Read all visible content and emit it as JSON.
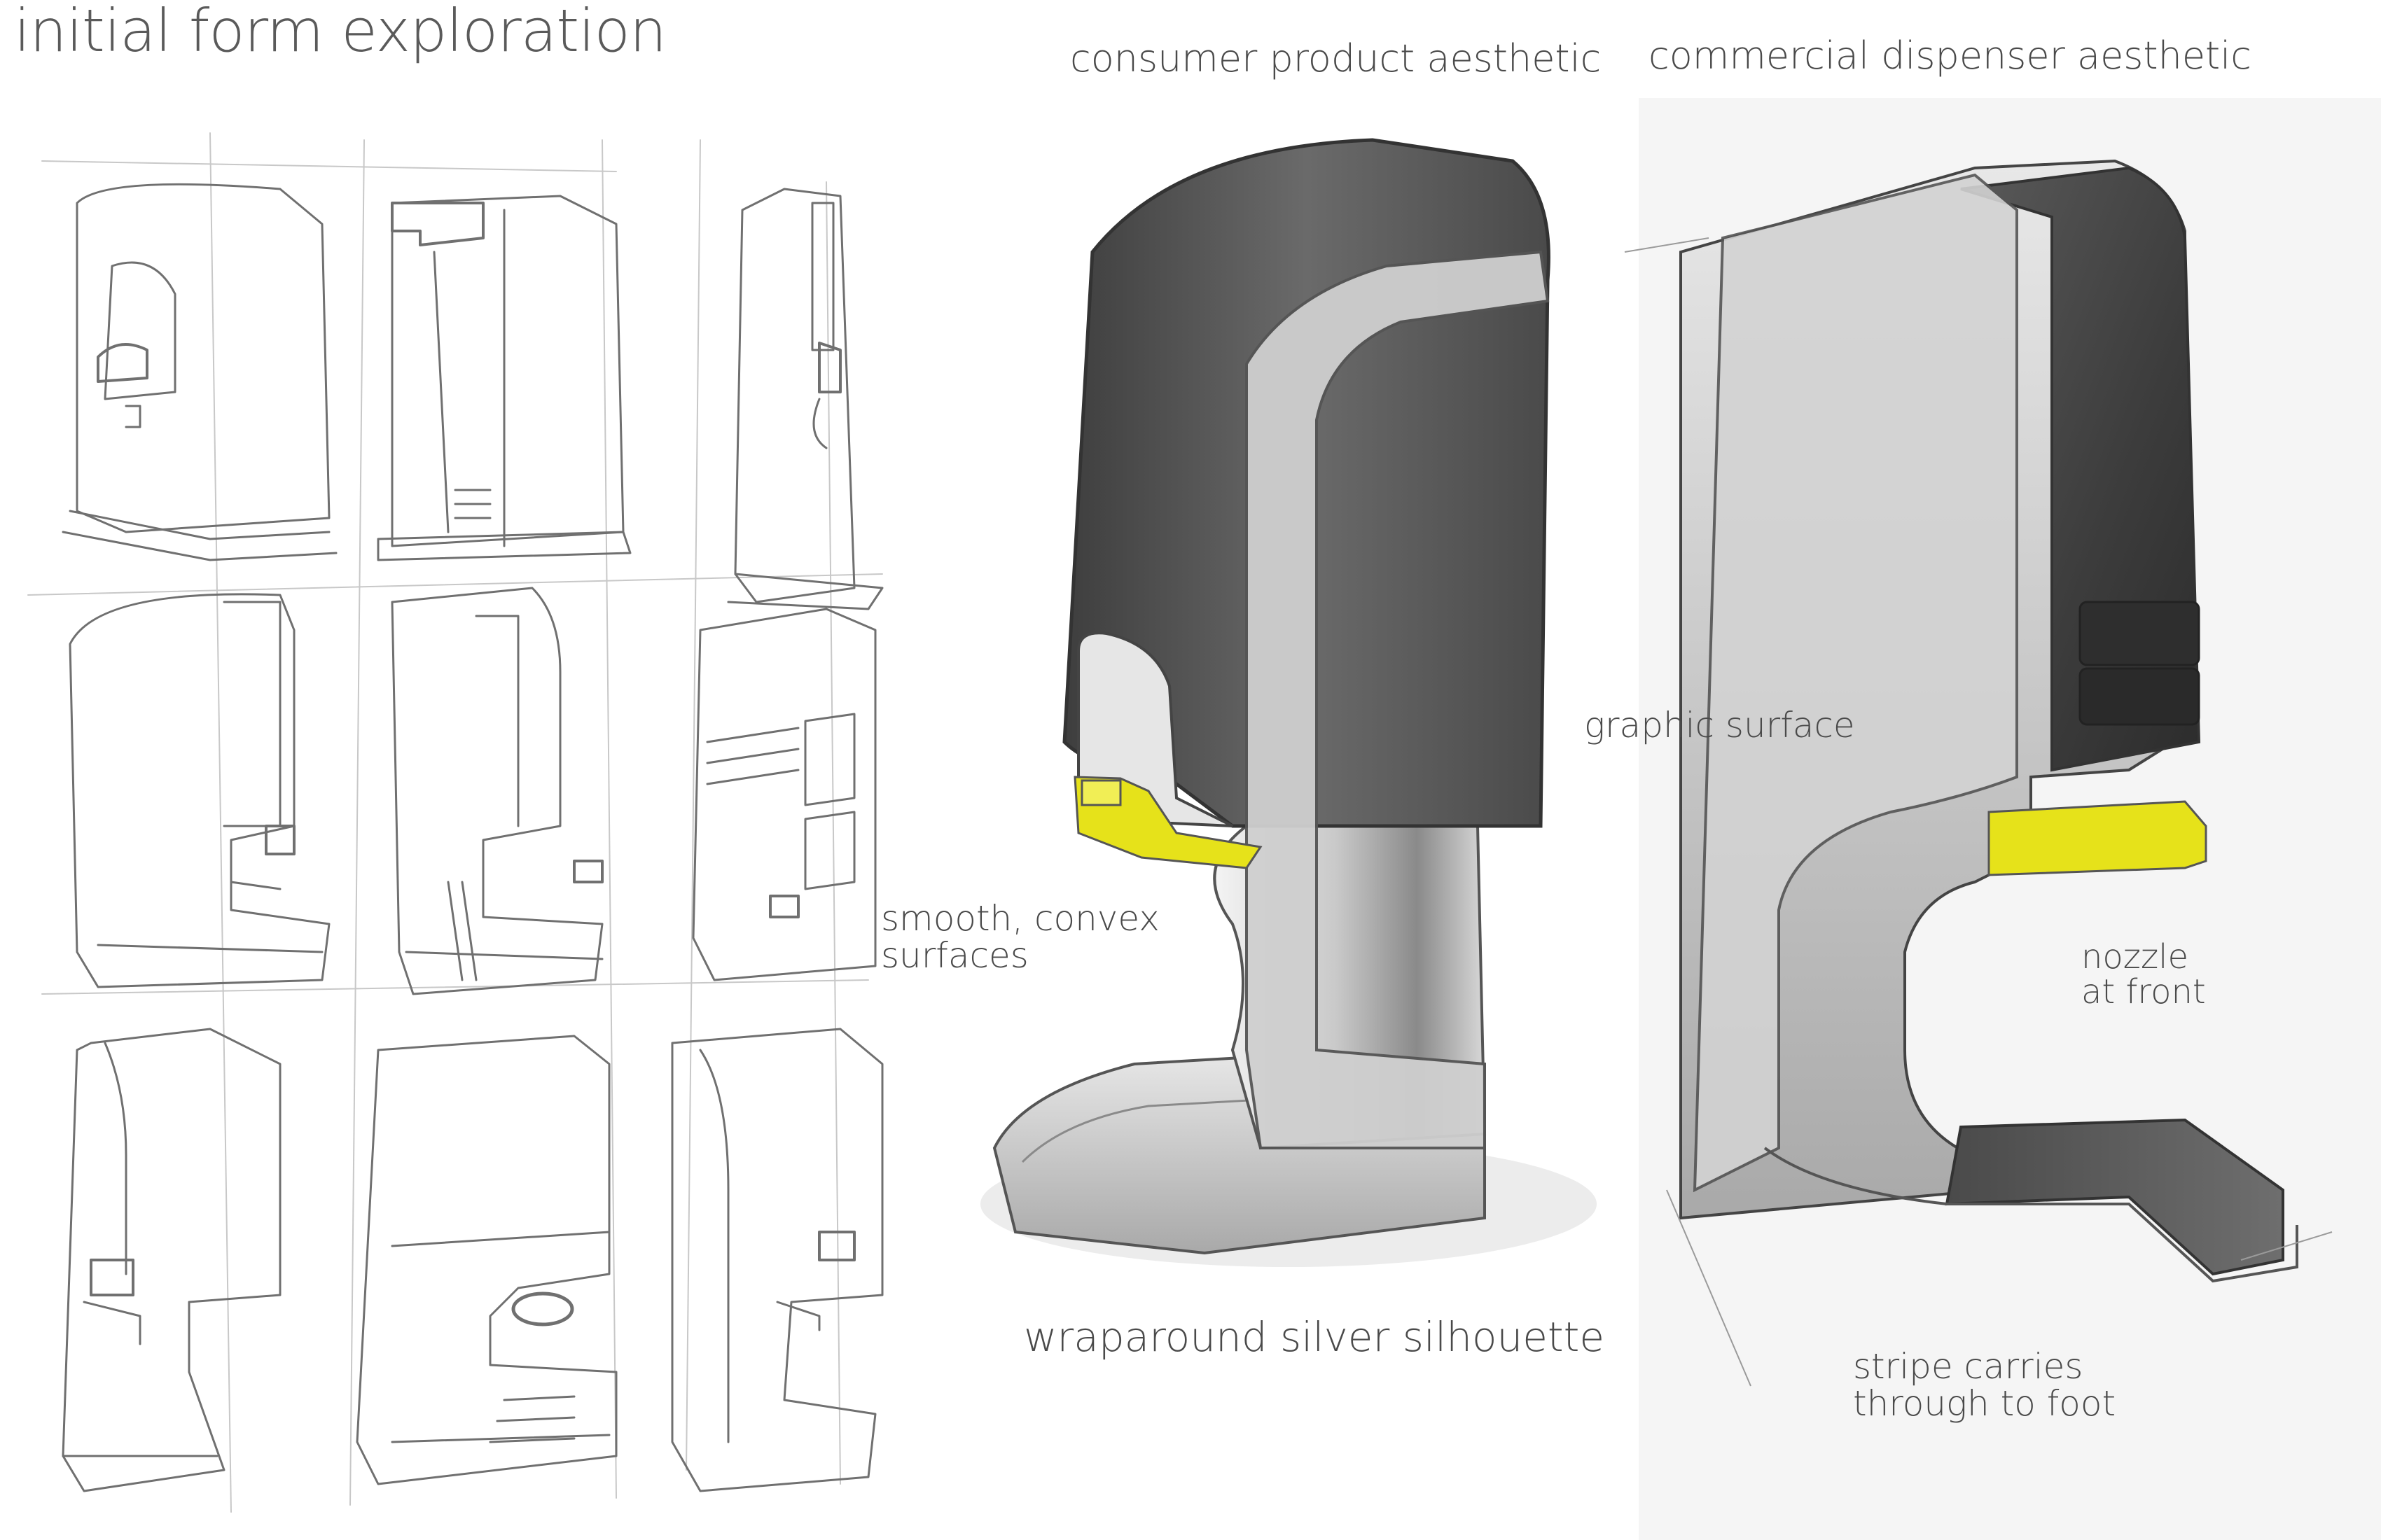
{
  "title": "initial form exploration",
  "labels": {
    "consumer": "consumer product aesthetic",
    "commercial": "commercial dispenser aesthetic",
    "graphic_surface": "graphic surface",
    "smooth_line1": "smooth, convex",
    "smooth_line2": "surfaces",
    "nozzle_line1": "nozzle",
    "nozzle_line2": "at front",
    "wraparound": "wraparound silver silhouette",
    "stripe_line1": "stripe carries",
    "stripe_line2": "through to foot"
  },
  "colors": {
    "accent_yellow": "#e6e21a",
    "housing_dark": "#555555",
    "sketch_line": "#6a6a6a",
    "label_text": "#4a4a4a"
  }
}
